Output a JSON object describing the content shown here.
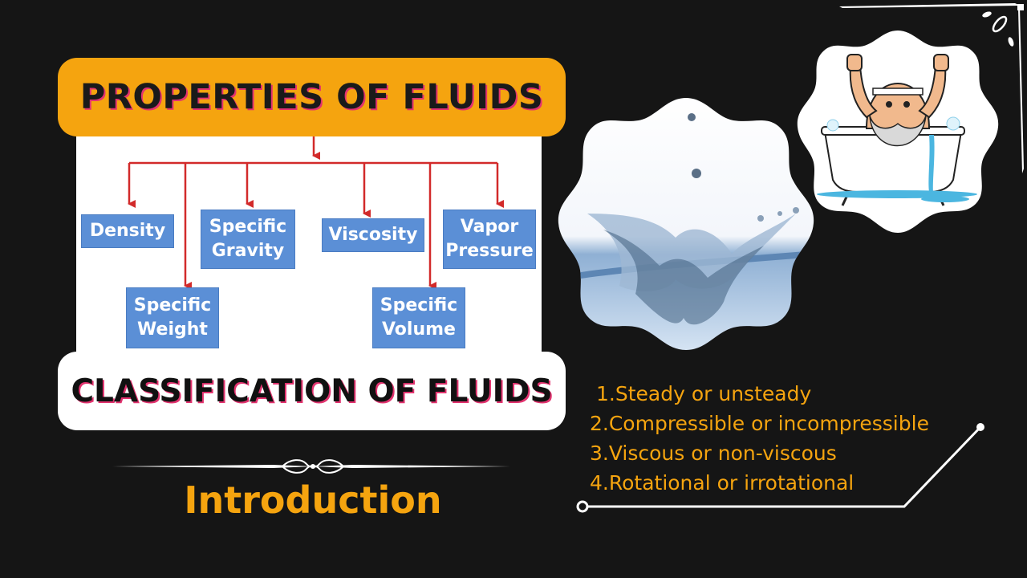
{
  "headings": {
    "properties": "PROPERTIES OF FLUIDS",
    "classification": "CLASSIFICATION OF FLUIDS",
    "introduction": "Introduction"
  },
  "properties_diagram": {
    "top_row": [
      {
        "line1": "Density",
        "line2": ""
      },
      {
        "line1": "Specific",
        "line2": "Gravity"
      },
      {
        "line1": "Viscosity",
        "line2": ""
      },
      {
        "line1": "Vapor",
        "line2": "Pressure"
      }
    ],
    "bottom_row": [
      {
        "line1": "Specific",
        "line2": "Weight"
      },
      {
        "line1": "Specific",
        "line2": "Volume"
      }
    ]
  },
  "classification_list": [
    "1.Steady or unsteady",
    "2.Compressible or incompressible",
    "3.Viscous or non-viscous",
    "4.Rotational or irrotational"
  ],
  "images": {
    "water_splash": "water-splash-illustration",
    "archimedes": "archimedes-bathtub-cartoon"
  },
  "colors": {
    "background": "#151515",
    "accent_orange": "#f5a40f",
    "box_blue": "#5b8fd6",
    "arrow_red": "#d22a2a",
    "text_shadow_pink": "#e2336f"
  }
}
